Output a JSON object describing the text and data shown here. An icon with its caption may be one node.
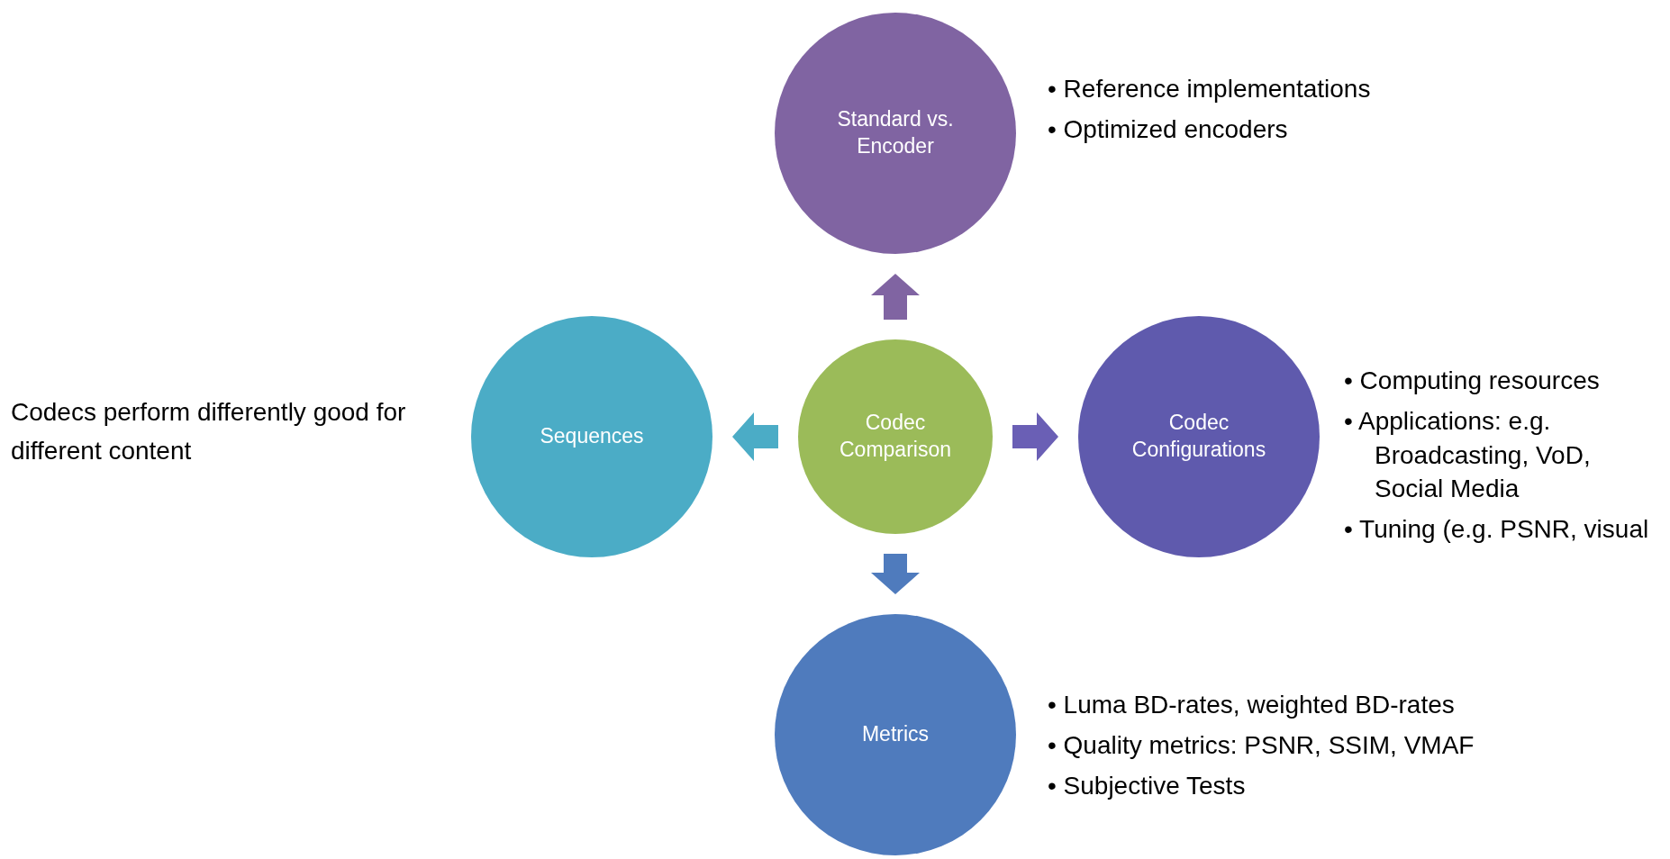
{
  "diagram": {
    "nodes": [
      {
        "text": [
          "Codec Comparison"
        ]
      },
      {
        "text": [
          "Standard vs. Encoder"
        ],
        "beside": [
          "• Reference implementations",
          "• Optimized encoders"
        ]
      },
      {
        "text": [
          "Sequences"
        ],
        "beside": [
          "Codecs perform differently good for different content"
        ]
      },
      {
        "text": [
          "Codec Configurations"
        ],
        "beside": [
          "• Computing resources",
          "• Applications: e.g. Broadcasting, VoD, Social Media",
          "• Tuning (e.g. PSNR, visual"
        ]
      },
      {
        "text": [
          "Metrics"
        ],
        "beside": [
          "• Luma BD-rates, weighted BD-rates",
          "• Quality metrics: PSNR, SSIM, VMAF",
          "• Subjective Tests"
        ]
      }
    ],
    "edges": [
      {
        "from": 0,
        "to": 1,
        "arrow": "to",
        "color": "#8064a2"
      },
      {
        "from": 0,
        "to": 2,
        "arrow": "to",
        "color": "#4bacc6"
      },
      {
        "from": 0,
        "to": 3,
        "arrow": "to",
        "color": "#6a5fb5"
      },
      {
        "from": 0,
        "to": 4,
        "arrow": "to",
        "color": "#4f7bbd"
      }
    ]
  }
}
